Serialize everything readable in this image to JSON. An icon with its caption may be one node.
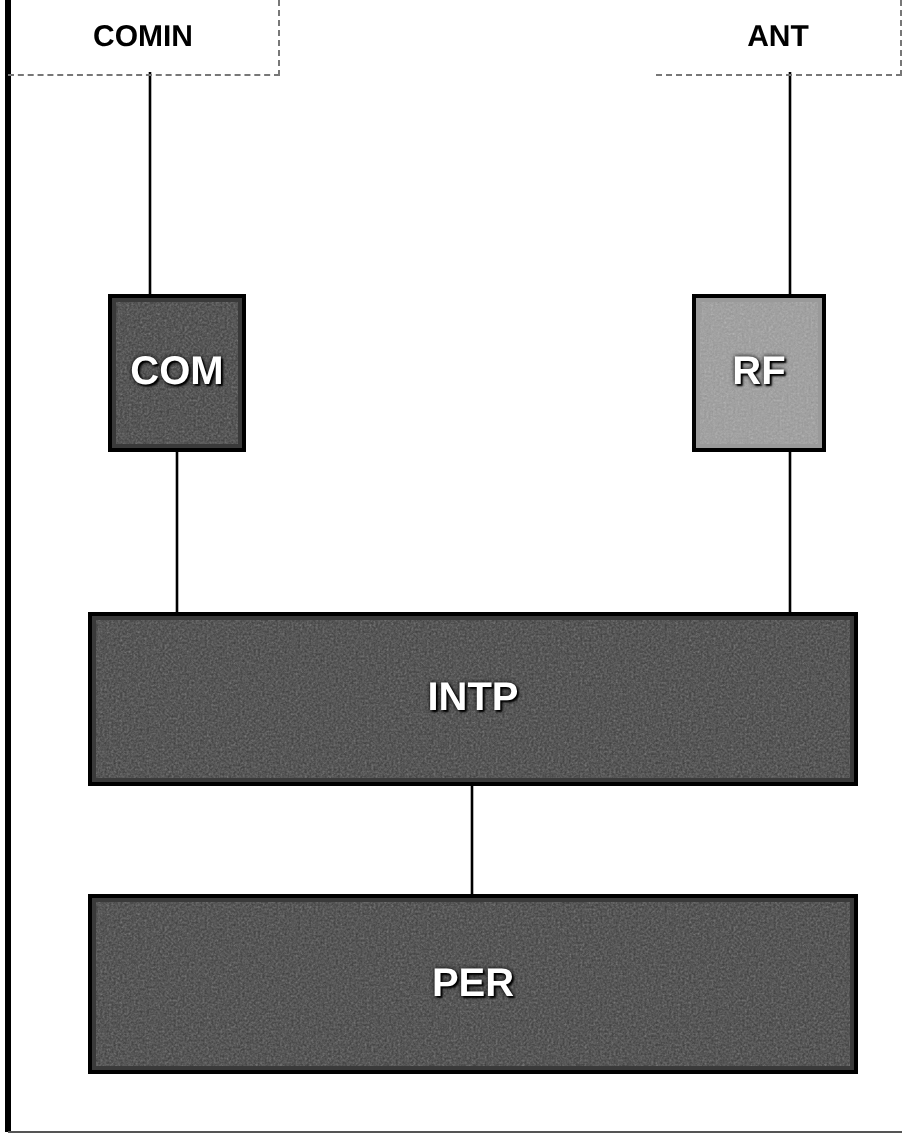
{
  "diagram": {
    "nodes": [
      {
        "text": [
          "COMIN"
        ]
      },
      {
        "text": [
          "ANT"
        ]
      },
      {
        "text": [
          "COM"
        ]
      },
      {
        "text": [
          "RF"
        ]
      },
      {
        "text": [
          "INTP"
        ]
      },
      {
        "text": [
          "PER"
        ]
      }
    ],
    "edges": [
      {
        "from": 0,
        "to": 2,
        "arrow": "none"
      },
      {
        "from": 1,
        "to": 3,
        "arrow": "none"
      },
      {
        "from": 2,
        "to": 4,
        "arrow": "none"
      },
      {
        "from": 3,
        "to": 4,
        "arrow": "none"
      },
      {
        "from": 4,
        "to": 5,
        "arrow": "none"
      }
    ]
  }
}
